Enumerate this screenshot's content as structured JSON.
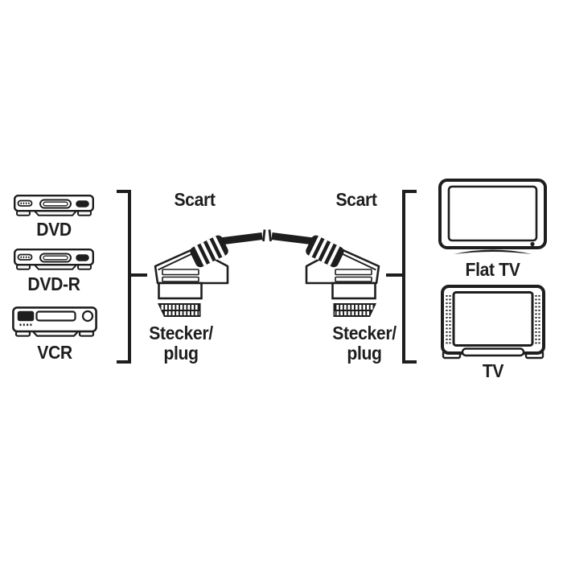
{
  "colors": {
    "ink": "#1e1e1e",
    "background": "#ffffff"
  },
  "sources": {
    "items": [
      {
        "label": "DVD",
        "icon": "dvd-player-icon"
      },
      {
        "label": "DVD-R",
        "icon": "dvd-recorder-icon"
      },
      {
        "label": "VCR",
        "icon": "vcr-icon"
      }
    ]
  },
  "cable": {
    "left_connector": {
      "top_label": "Scart",
      "bottom_label_line1": "Stecker/",
      "bottom_label_line2": "plug",
      "icon": "scart-plug-icon"
    },
    "right_connector": {
      "top_label": "Scart",
      "bottom_label_line1": "Stecker/",
      "bottom_label_line2": "plug",
      "icon": "scart-plug-icon"
    }
  },
  "displays": {
    "items": [
      {
        "label": "Flat TV",
        "icon": "flat-tv-icon"
      },
      {
        "label": "TV",
        "icon": "crt-tv-icon"
      }
    ]
  },
  "icons": {
    "dvd-player-icon": "inline-svg",
    "dvd-recorder-icon": "inline-svg",
    "vcr-icon": "inline-svg",
    "scart-plug-icon": "inline-svg",
    "scart-cable-icon": "inline-svg",
    "flat-tv-icon": "inline-svg",
    "crt-tv-icon": "inline-svg"
  }
}
